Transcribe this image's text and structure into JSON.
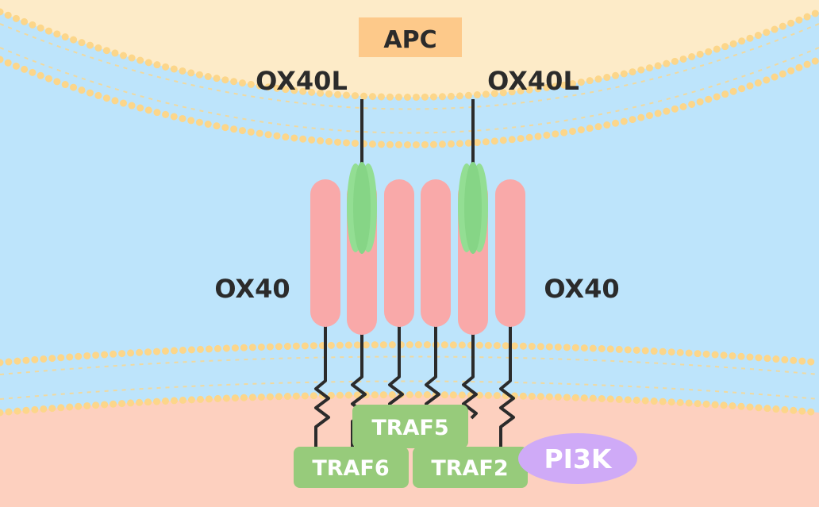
{
  "labels": {
    "apc": "APC",
    "ox40l_left": "OX40L",
    "ox40l_right": "OX40L",
    "ox40_left": "OX40",
    "ox40_right": "OX40",
    "traf5": "TRAF5",
    "traf6": "TRAF6",
    "traf2": "TRAF2",
    "pi3k": "PI3K"
  },
  "colors": {
    "apc_region": "#fdebc8",
    "extracellular": "#bde4fb",
    "t_cell_cytoplasm": "#fdd0bf",
    "lipid": "#fcd68a",
    "apc_box": "#fdc98a",
    "receptor": "#f9a9a9",
    "ligand": "#93de93",
    "traf": "#97cb7b",
    "pi3k": "#cfaaf7"
  }
}
